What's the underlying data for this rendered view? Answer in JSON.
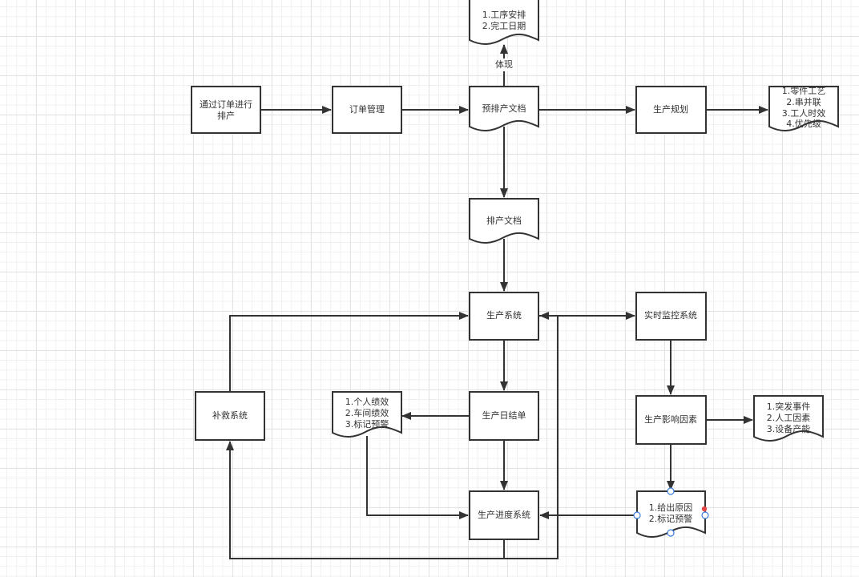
{
  "diagram": {
    "nodes": {
      "order_scheduling": {
        "lines": [
          "通过订单进行",
          "排产"
        ],
        "shape": "process"
      },
      "order_mgmt": {
        "lines": [
          "订单管理"
        ],
        "shape": "process"
      },
      "pre_schedule_doc": {
        "lines": [
          "预排产文档"
        ],
        "shape": "document"
      },
      "embody_doc": {
        "lines": [
          "1.工序安排",
          "2.完工日期"
        ],
        "shape": "document"
      },
      "production_planning": {
        "lines": [
          "生产规划"
        ],
        "shape": "process"
      },
      "planning_doc": {
        "lines": [
          "1.零件工艺",
          "2.串并联",
          "3.工人时效",
          "4.优先级"
        ],
        "shape": "document"
      },
      "schedule_doc": {
        "lines": [
          "排产文档"
        ],
        "shape": "document"
      },
      "production_system": {
        "lines": [
          "生产系统"
        ],
        "shape": "process"
      },
      "realtime_monitor": {
        "lines": [
          "实时监控系统"
        ],
        "shape": "process"
      },
      "daily_statement": {
        "lines": [
          "生产日结单"
        ],
        "shape": "process"
      },
      "performance_doc": {
        "lines": [
          "1.个人绩效",
          "2.车间绩效",
          "3.标记预警"
        ],
        "shape": "document"
      },
      "remedy_system": {
        "lines": [
          "补救系统"
        ],
        "shape": "process"
      },
      "impact_factors": {
        "lines": [
          "生产影响因素"
        ],
        "shape": "process"
      },
      "factors_doc": {
        "lines": [
          "1.突发事件",
          "2.人工因素",
          "3.设备产能"
        ],
        "shape": "document"
      },
      "cause_doc": {
        "lines": [
          "1.给出原因",
          "2.标记预警"
        ],
        "shape": "document",
        "selected": true
      },
      "progress_system": {
        "lines": [
          "生产进度系统"
        ],
        "shape": "process"
      }
    },
    "edge_labels": {
      "embody": "体现"
    },
    "edges": [
      {
        "from": "order_scheduling",
        "to": "order_mgmt"
      },
      {
        "from": "order_mgmt",
        "to": "pre_schedule_doc"
      },
      {
        "from": "pre_schedule_doc",
        "to": "embody_doc",
        "label": "体现"
      },
      {
        "from": "pre_schedule_doc",
        "to": "production_planning"
      },
      {
        "from": "production_planning",
        "to": "planning_doc"
      },
      {
        "from": "pre_schedule_doc",
        "to": "schedule_doc"
      },
      {
        "from": "schedule_doc",
        "to": "production_system"
      },
      {
        "from": "production_system",
        "to": "realtime_monitor"
      },
      {
        "from": "production_system",
        "to": "daily_statement"
      },
      {
        "from": "daily_statement",
        "to": "performance_doc"
      },
      {
        "from": "daily_statement",
        "to": "progress_system"
      },
      {
        "from": "performance_doc",
        "to": "progress_system"
      },
      {
        "from": "realtime_monitor",
        "to": "impact_factors"
      },
      {
        "from": "impact_factors",
        "to": "factors_doc"
      },
      {
        "from": "impact_factors",
        "to": "cause_doc"
      },
      {
        "from": "cause_doc",
        "to": "progress_system"
      },
      {
        "from": "progress_system",
        "to": "remedy_system"
      },
      {
        "from": "progress_system",
        "to": "production_system"
      },
      {
        "from": "remedy_system",
        "to": "production_system"
      }
    ]
  },
  "colors": {
    "stroke": "#333333",
    "selection_handle": "#3b7ddd",
    "rotation_handle": "#e54545"
  }
}
